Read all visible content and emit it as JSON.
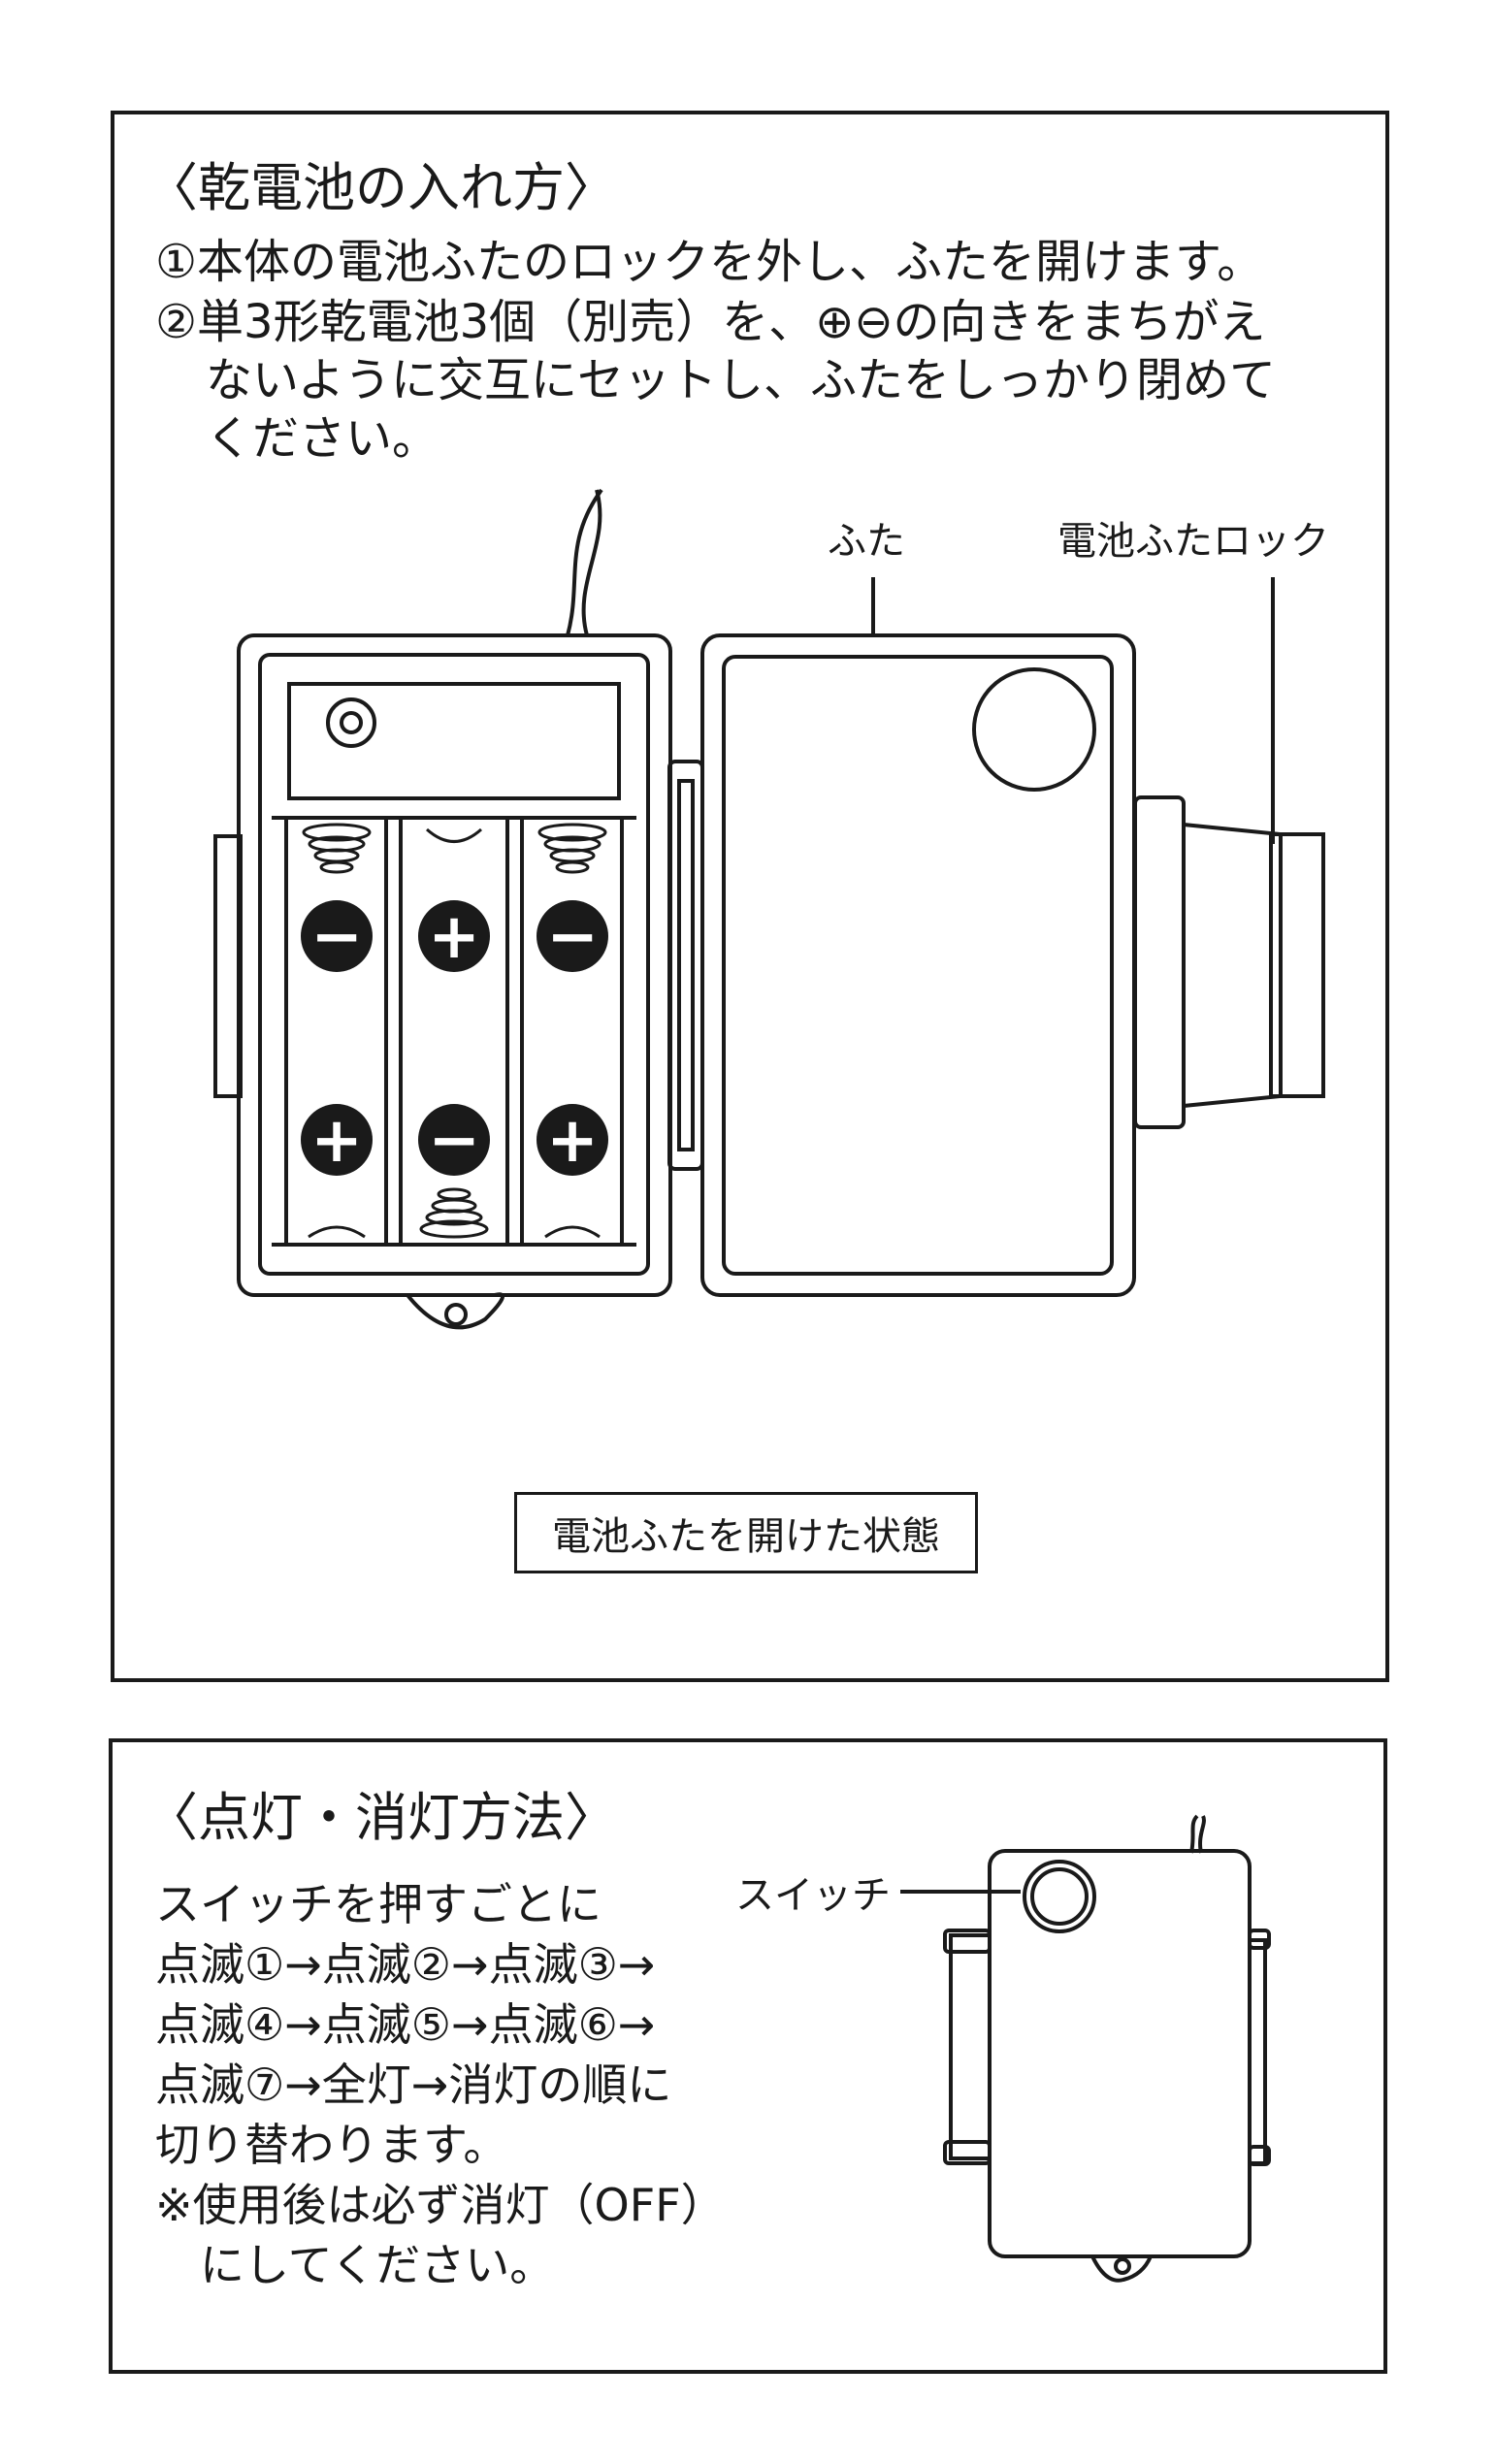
{
  "battery_section": {
    "heading": "〈乾電池の入れ方〉",
    "steps": [
      "①本体の電池ふたのロックを外し、ふたを開けます。",
      "②単3形乾電池3個（別売）を、⊕⊖の向きをまちがえ",
      "ないように交互にセットし、ふたをしっかり閉めて",
      "ください。"
    ],
    "labels": {
      "lid": "ふた",
      "lid_lock": "電池ふたロック"
    },
    "caption": "電池ふたを開けた状態",
    "terminal_symbols": {
      "top": [
        "−",
        "+",
        "−"
      ],
      "bottom": [
        "+",
        "−",
        "+"
      ]
    }
  },
  "switch_section": {
    "heading": "〈点灯・消灯方法〉",
    "lines": [
      "スイッチを押すごとに",
      "点滅①→点滅②→点滅③→",
      "点滅④→点滅⑤→点滅⑥→",
      "点滅⑦→全灯→消灯の順に",
      "切り替わります。",
      "※使用後は必ず消灯（OFF）",
      "　にしてください。"
    ],
    "switch_label": "スイッチ"
  }
}
